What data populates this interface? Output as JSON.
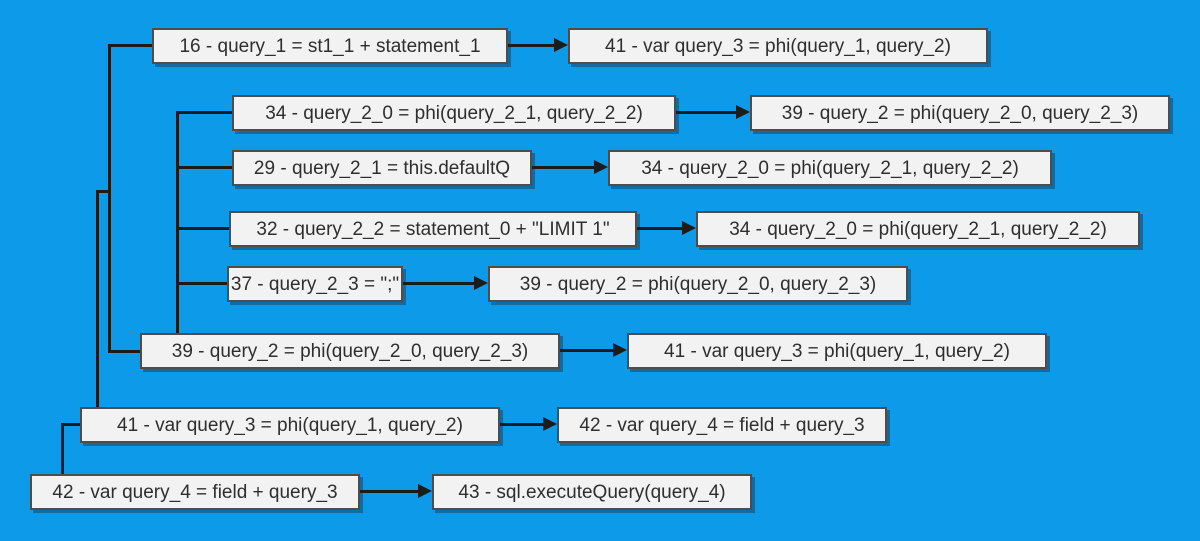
{
  "diagram": {
    "type": "def-use-flow-graph",
    "colors": {
      "background": "#0d9ae8",
      "box_fill": "#f2f2f2",
      "box_border": "#4d4d4d",
      "text": "#2e2e2e",
      "connector": "#1c1c1c"
    },
    "rows": [
      {
        "source": "16 - query_1 = st1_1 + statement_1",
        "target": "41 - var query_3 = phi(query_1, query_2)"
      },
      {
        "source": "34 - query_2_0 = phi(query_2_1, query_2_2)",
        "target": "39 - query_2 = phi(query_2_0, query_2_3)"
      },
      {
        "source": "29 - query_2_1 = this.defaultQ",
        "target": "34 - query_2_0 = phi(query_2_1, query_2_2)"
      },
      {
        "source": "32 - query_2_2 = statement_0 + \"LIMIT 1\"",
        "target": "34 - query_2_0 = phi(query_2_1, query_2_2)"
      },
      {
        "source": "37 - query_2_3 = \";\"",
        "target": "39 - query_2 = phi(query_2_0, query_2_3)"
      },
      {
        "source": "39 - query_2 = phi(query_2_0, query_2_3)",
        "target": "41 - var query_3 = phi(query_1, query_2)"
      },
      {
        "source": "41 - var query_3 = phi(query_1, query_2)",
        "target": "42 - var query_4 = field + query_3"
      },
      {
        "source": "42 - var query_4 = field + query_3",
        "target": "43 - sql.executeQuery(query_4)"
      }
    ]
  }
}
